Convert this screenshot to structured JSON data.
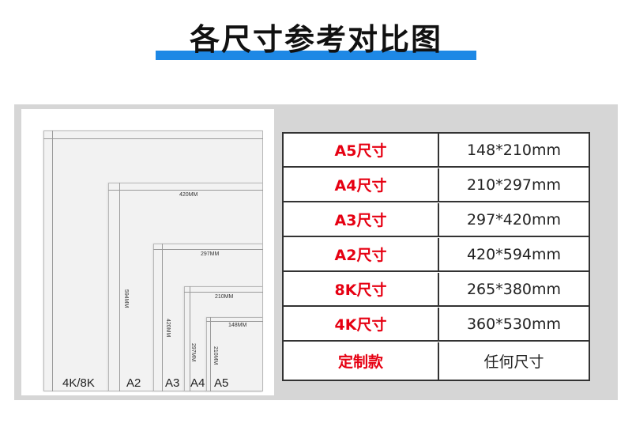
{
  "title": "各尺寸参考对比图",
  "diagram": {
    "sheets": [
      {
        "name": "4K/8K",
        "width_label": "",
        "height_label": ""
      },
      {
        "name": "A2",
        "width_label": "420MM",
        "height_label": "594MM"
      },
      {
        "name": "A3",
        "width_label": "297MM",
        "height_label": "420MM"
      },
      {
        "name": "A4",
        "width_label": "210MM",
        "height_label": "297MM"
      },
      {
        "name": "A5",
        "width_label": "148MM",
        "height_label": "210MM"
      }
    ]
  },
  "table": {
    "rows": [
      {
        "label": "A5尺寸",
        "value": "148*210mm"
      },
      {
        "label": "A4尺寸",
        "value": "210*297mm"
      },
      {
        "label": "A3尺寸",
        "value": "297*420mm"
      },
      {
        "label": "A2尺寸",
        "value": "420*594mm"
      },
      {
        "label": "8K尺寸",
        "value": "265*380mm"
      },
      {
        "label": "4K尺寸",
        "value": "360*530mm"
      },
      {
        "label": "定制款",
        "value": "任何尺寸"
      }
    ]
  },
  "colors": {
    "accent_bar": "#1e88e5",
    "label_red": "#e60012",
    "panel_gray": "#d6d6d6"
  }
}
